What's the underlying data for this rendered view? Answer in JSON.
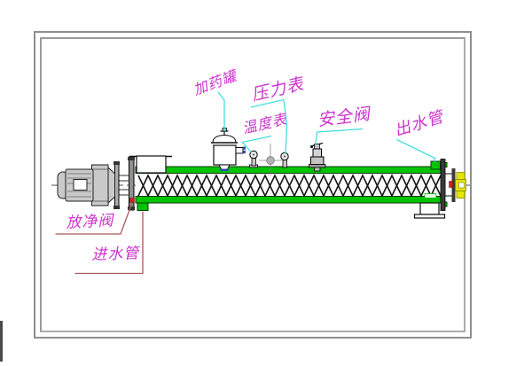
{
  "labels": {
    "dosing_tank": "加药罐",
    "pressure_gauge": "压力表",
    "temperature_gauge": "温度表",
    "safety_valve": "安全阀",
    "outlet_pipe": "出水管",
    "drain_valve": "放净阀",
    "inlet_pipe": "进水管"
  },
  "colors": {
    "label_magenta": "#cc33cc",
    "leader_cyan": "#44dede",
    "leader_red": "#a85959",
    "shell_green": "#00c400",
    "coupling_yellow": "#e5e500",
    "machine_gray": "#c9c9c9",
    "frame_gray": "#8e8e8e",
    "detail_blue": "#3344bb",
    "marker_red": "#cc2222"
  }
}
